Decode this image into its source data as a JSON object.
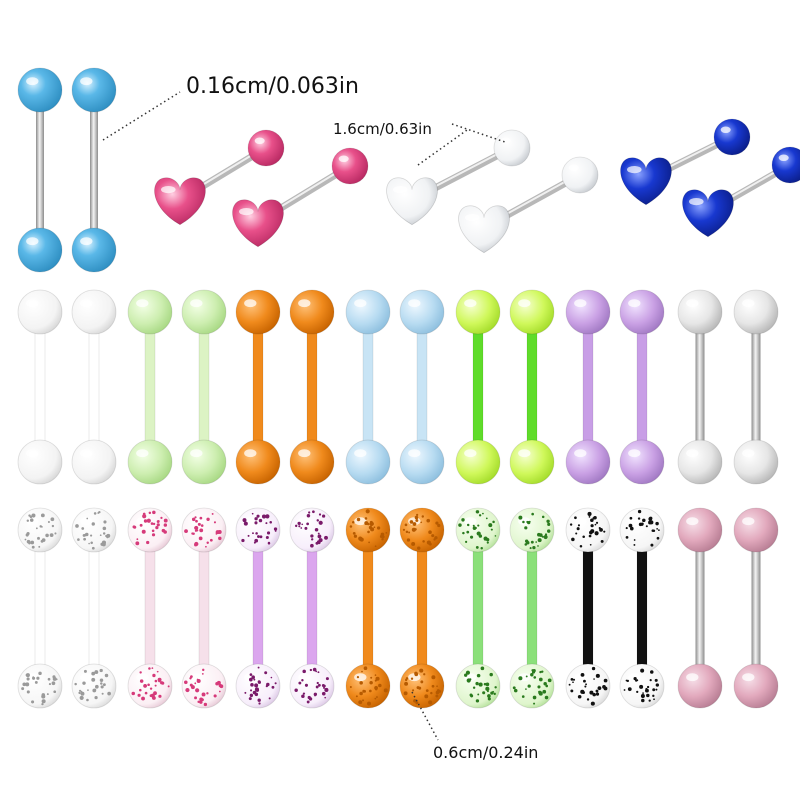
{
  "annotations": {
    "gauge": "0.16cm/0.063in",
    "bar_length": "1.6cm/0.63in",
    "ball_size": "0.6cm/0.24in"
  },
  "product": {
    "top_row_colors": [
      "#5ab8e8",
      "#e8508a",
      "#f2f2f2",
      "#1838d0"
    ],
    "middle_row_colors": [
      "#f4f4f4",
      "#cdeeb0",
      "#f08a1c",
      "#b7dbf1",
      "#cff85a",
      "#c9a0e4",
      "#e6e6e6"
    ],
    "bottom_row_colors": [
      "#f4f4f4",
      "#f6d6e4",
      "#e7bff0",
      "#f08a1c",
      "#c9f0b0",
      "#f4f4f4",
      "#e2a9bd"
    ]
  }
}
